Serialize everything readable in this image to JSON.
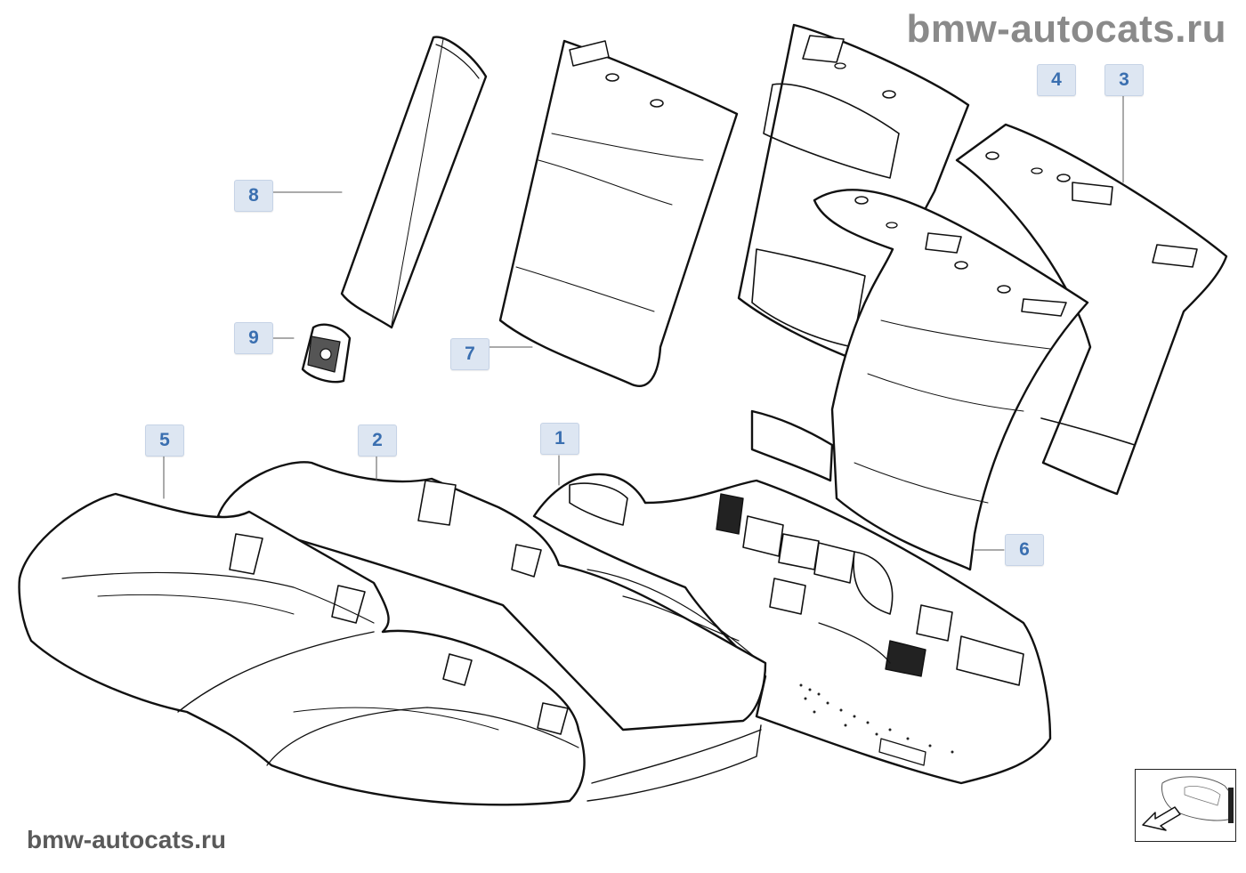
{
  "watermark_top": "bmw-autocats.ru",
  "watermark_bottom": "bmw-autocats.ru",
  "callouts": {
    "c1": "1",
    "c2": "2",
    "c3": "3",
    "c4": "4",
    "c5": "5",
    "c6": "6",
    "c7": "7",
    "c8": "8",
    "c9": "9"
  },
  "colors": {
    "callout_bg": "#dde6f2",
    "callout_text": "#3a6fb0",
    "line": "#111111",
    "watermark": "#8a8a8a"
  },
  "nav_icon": "arrow-left-down-icon"
}
